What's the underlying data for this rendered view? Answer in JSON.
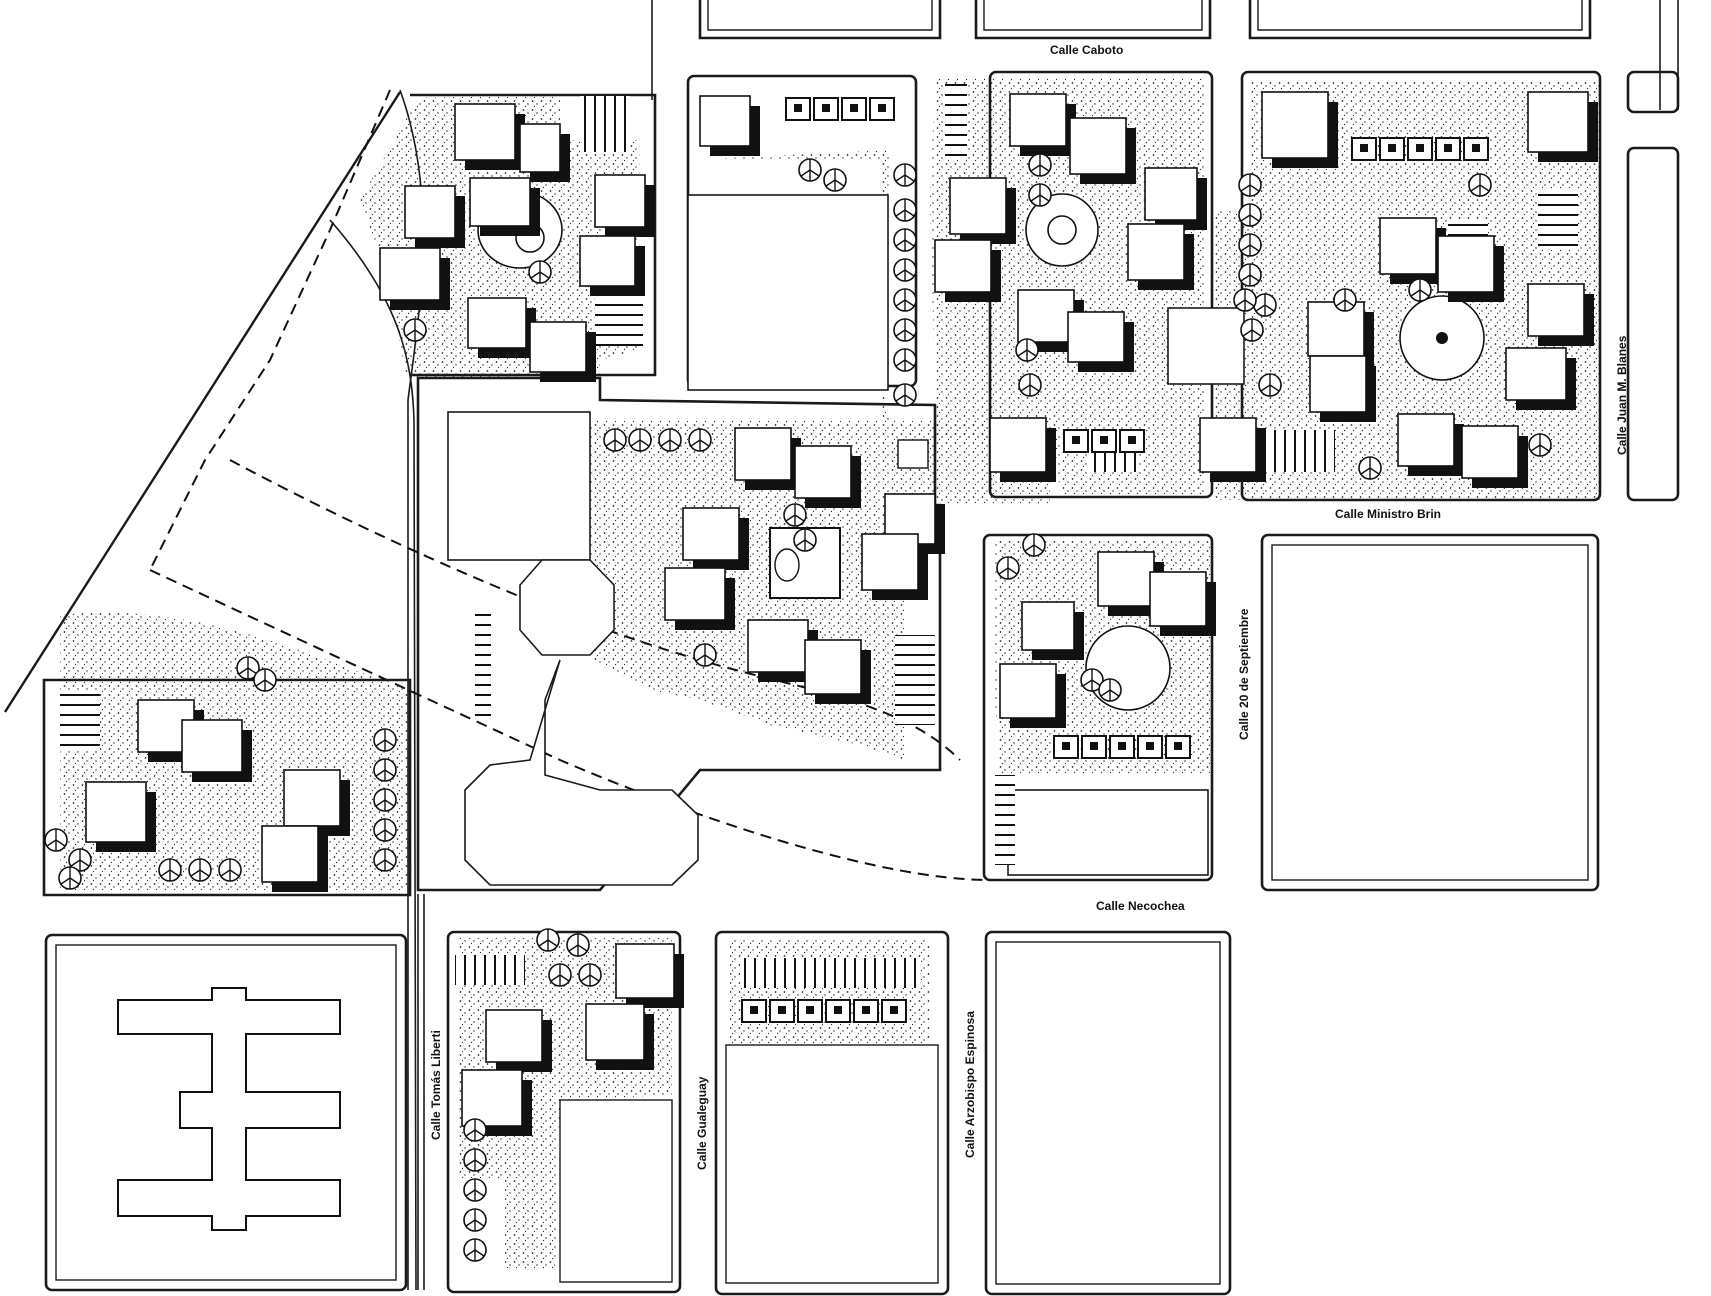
{
  "streets": {
    "caboto": "Calle Caboto",
    "ministro_brin": "Calle Ministro Brin",
    "juan_m_blanes": "Calle Juan M. Blanes",
    "veinte_septiembre": "Calle 20 de Septiembre",
    "necochea": "Calle Necochea",
    "tomas_liberti": "Calle Tomás Liberti",
    "gualeguay": "Calle Gualeguay",
    "arzobispo_espinosa": "Calle Arzobispo Espinosa"
  },
  "colors": {
    "ink": "#1a1a1a",
    "paper": "#ffffff",
    "stipple": "#222222"
  }
}
